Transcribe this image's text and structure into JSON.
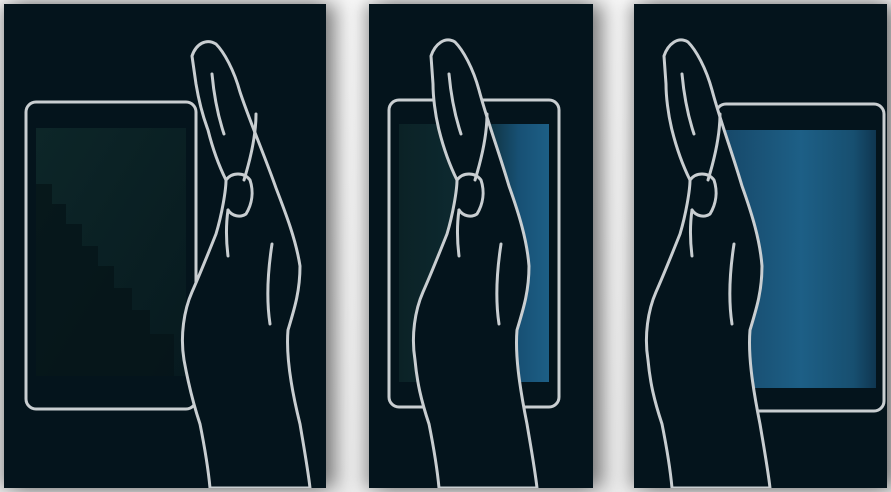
{
  "frames": [
    {
      "step": 1,
      "screen": "dark",
      "hand": "touching-right-edge",
      "screen_glow_fraction": 0.0
    },
    {
      "step": 2,
      "screen": "partially-lit",
      "hand": "sliding-across-screen",
      "screen_glow_fraction": 0.35
    },
    {
      "step": 3,
      "screen": "lit",
      "hand": "left-of-phone",
      "screen_glow_fraction": 1.0
    }
  ],
  "icons": [
    "phone-outline-icon",
    "hand-outline-icon"
  ],
  "colors": {
    "panel_background": "#04141c",
    "outline_stroke": "#c9ced1",
    "screen_dark": "#0b2226",
    "screen_glow": "#1d5f86",
    "page_background": "#f2f2f2"
  }
}
